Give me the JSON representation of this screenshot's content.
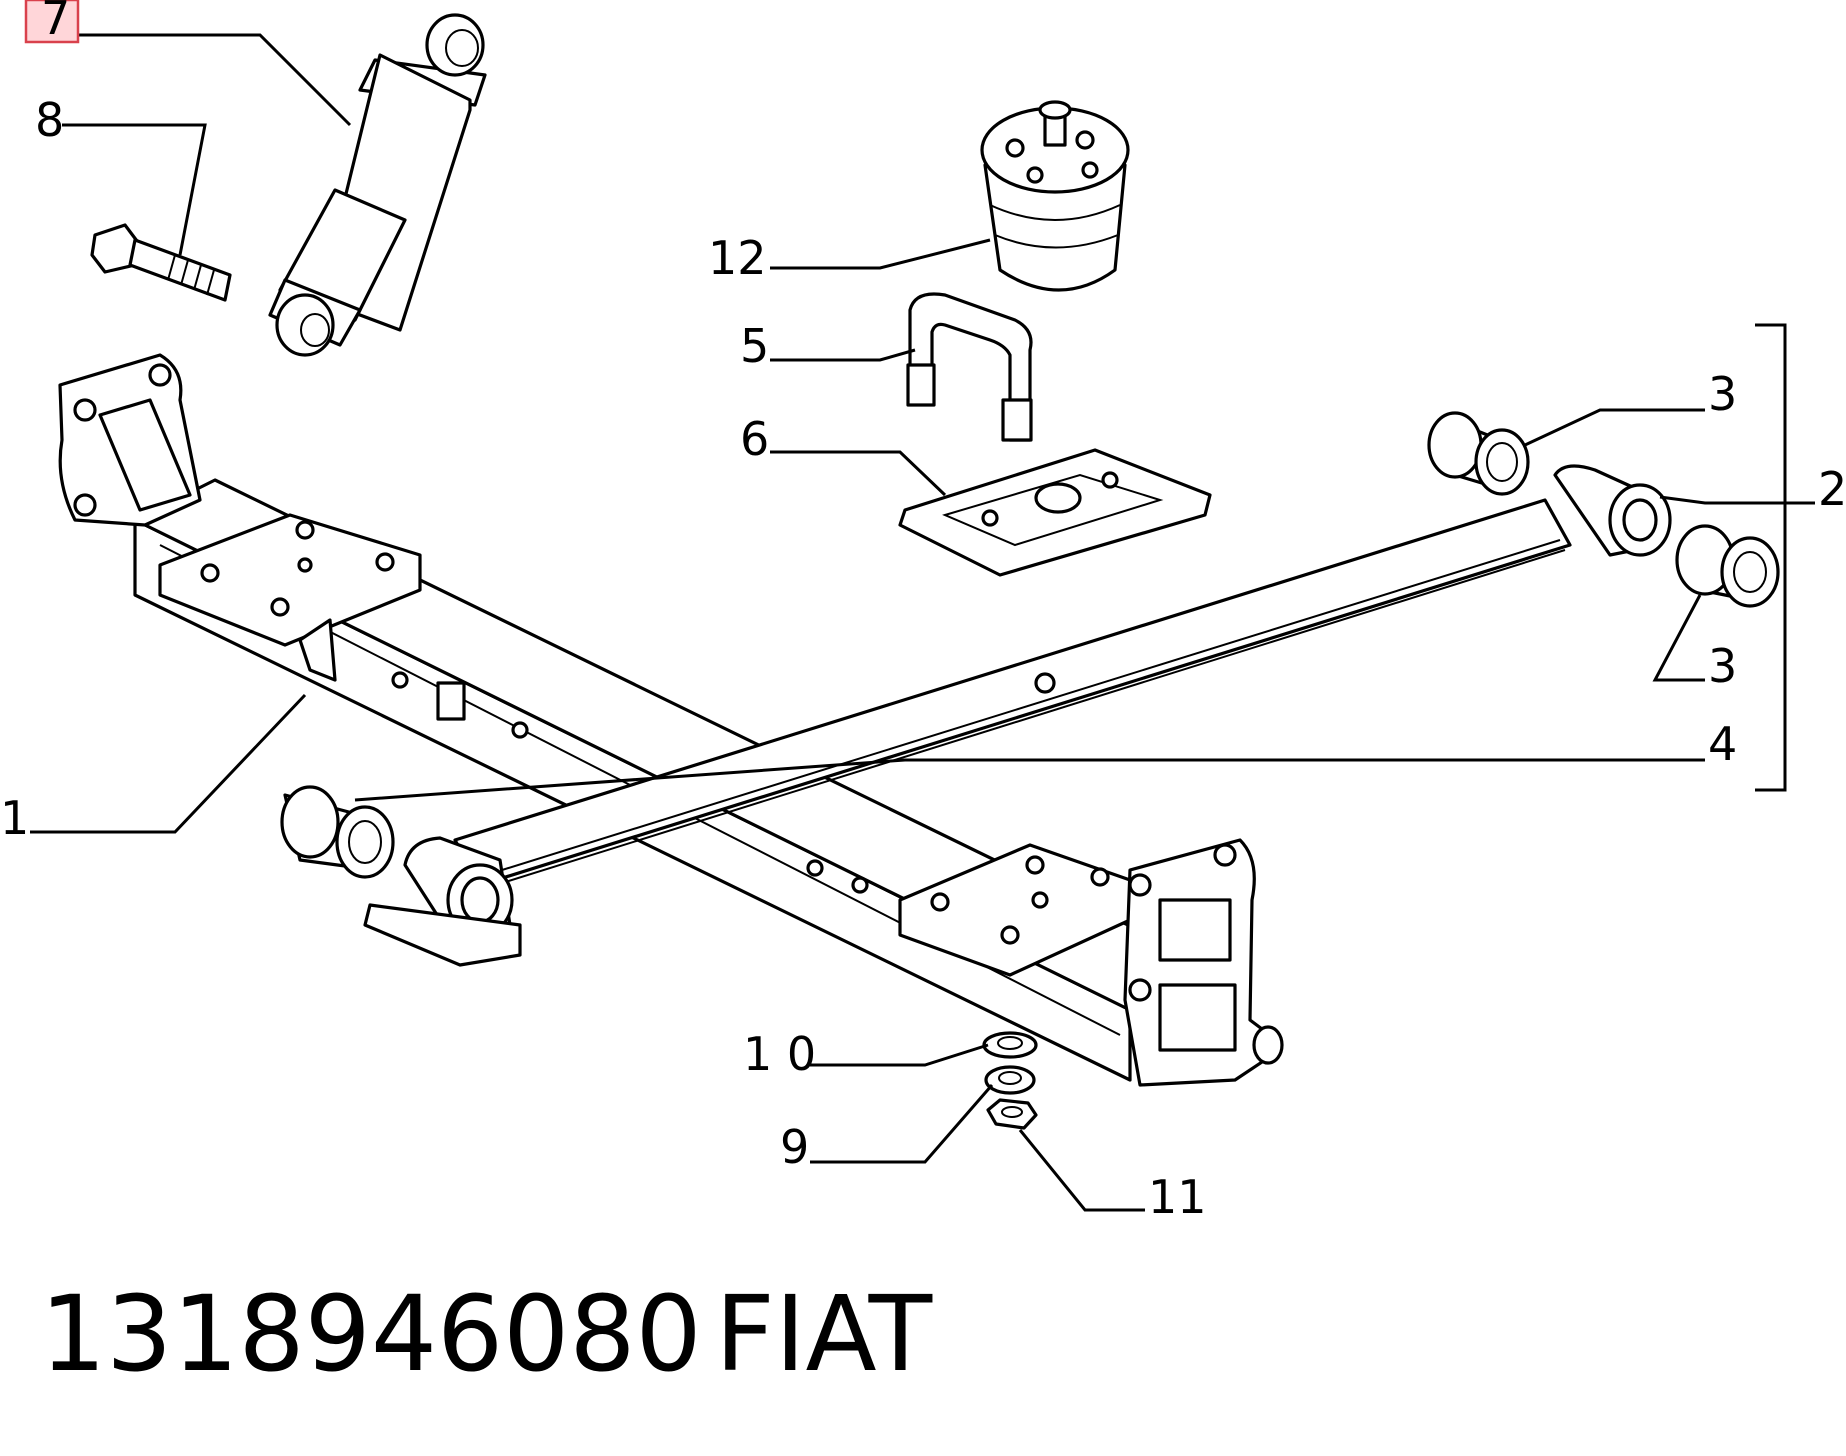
{
  "callouts": {
    "c7": "7",
    "c8": "8",
    "c12": "12",
    "c5": "5",
    "c6": "6",
    "c3a": "3",
    "c2": "2",
    "c3b": "3",
    "c4": "4",
    "c1": "1",
    "c10": "1 0",
    "c9": "9",
    "c11": "11"
  },
  "footer": {
    "part_number": "1318946080",
    "brand": "FIAT"
  },
  "colors": {
    "highlight_fill": "#ffd6d9",
    "highlight_border": "#d9414c"
  }
}
